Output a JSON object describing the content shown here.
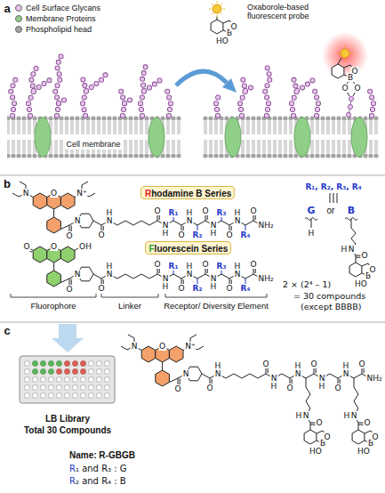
{
  "diagram": {
    "nodes": [
      {
        "text": [
          "Rhodamine B Series"
        ]
      },
      {
        "text": [
          "Fluorescein Series"
        ]
      }
    ],
    "labels": [
      "a",
      "Oxaborole-based fluorescent probe",
      "HO",
      "B",
      "O",
      "O",
      "B",
      "O",
      "O",
      "Cell membrane",
      "b",
      "N",
      "N⁺",
      "O",
      "O",
      "N",
      "O",
      "N",
      "H",
      "O",
      "N",
      "H",
      "O",
      "N",
      "H",
      "O",
      "N",
      "H",
      "O",
      "N",
      "H",
      "O",
      "NH₂",
      "R₁",
      "R₂",
      "R₃",
      "R₄",
      "O",
      "OH",
      "O",
      "O",
      "N",
      "O",
      "N",
      "H",
      "O",
      "N",
      "H",
      "O",
      "N",
      "H",
      "O",
      "N",
      "H",
      "O",
      "N",
      "H",
      "O",
      "NH₂",
      "R₁",
      "R₂",
      "R₃",
      "R₄",
      "R₁, R₂, R₃, R₄",
      "G",
      "or",
      "B",
      "H",
      "N",
      "H",
      "O",
      "HO",
      "B",
      "O",
      "2 × (2⁴ – 1)",
      "= 30 compounds",
      "(except BBBB)",
      "Fluorophore",
      "Linker",
      "Receptor/ Diversity Element",
      "c",
      "N",
      "N⁺",
      "O",
      "O",
      "N",
      "O",
      "N",
      "H",
      "O",
      "N",
      "H",
      "O",
      "N",
      "H",
      "O",
      "N",
      "H",
      "O",
      "N",
      "H",
      "O",
      "NH₂",
      "N",
      "H",
      "O",
      "HO",
      "B",
      "O",
      "N",
      "H",
      "O",
      "HO",
      "B",
      "O",
      "Name: R-GBGB",
      "R₁ and R₃ : G",
      "R₂ and R₄ : B",
      "LB Library",
      "Total 30 Compounds"
    ],
    "legend": [
      {
        "text": "Cell Surface Glycans",
        "color": "#e9c3ee"
      },
      {
        "text": "Membrane Proteins",
        "color": "#8fcf87"
      },
      {
        "text": "Phospholipid head",
        "color": "#a3a3a3"
      }
    ]
  }
}
